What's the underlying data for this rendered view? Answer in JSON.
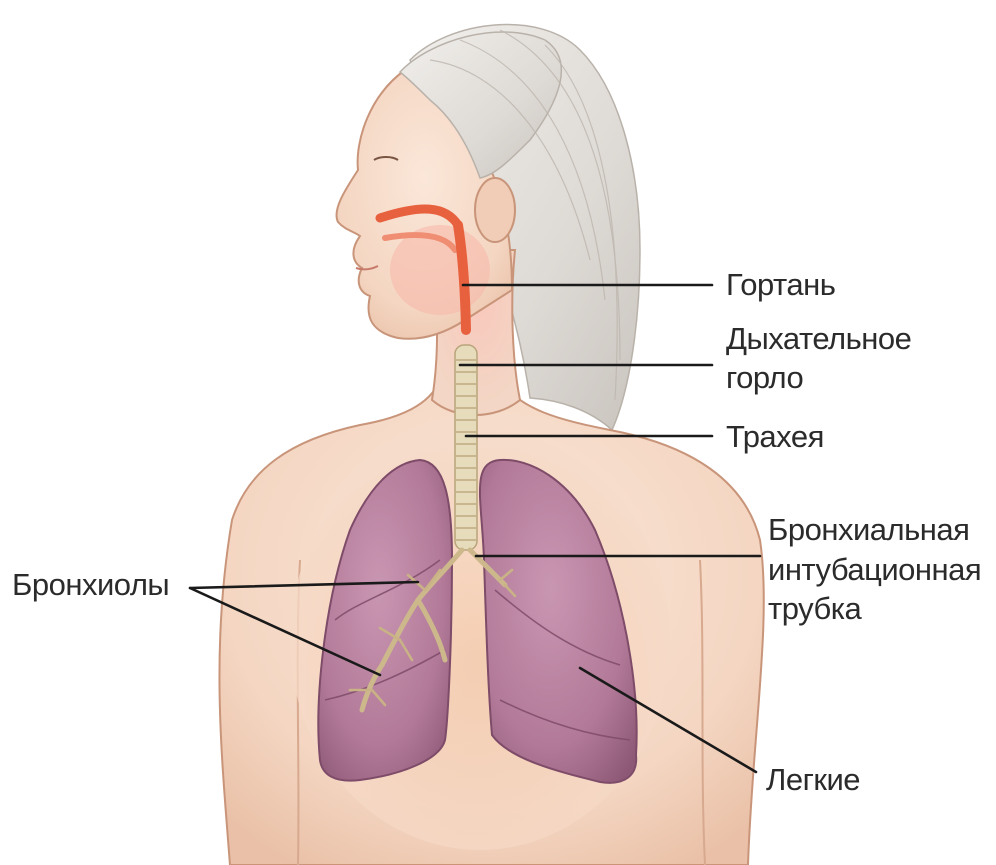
{
  "labels": {
    "larynx": "Гортань",
    "throat_line1": "Дыхательное",
    "throat_line2": "горло",
    "trachea": "Трахея",
    "tube_line1": "Бронхиальная",
    "tube_line2": "интубационная",
    "tube_line3": "трубка",
    "bronchioles": "Бронхиолы",
    "lungs": "Легкие"
  },
  "colors": {
    "background": "#ffffff",
    "skin": "#f6dccb",
    "skin_shade": "#ecc3ab",
    "hair": "#e6e3df",
    "lungs": "#b77f9c",
    "lungs_dark": "#8f5a78",
    "airway": "#e8613f",
    "trachea": "#e6dcbc",
    "bronchi": "#cdb88c",
    "leader_lines": "#1a1a1a",
    "label_text": "#2b2b2b"
  }
}
